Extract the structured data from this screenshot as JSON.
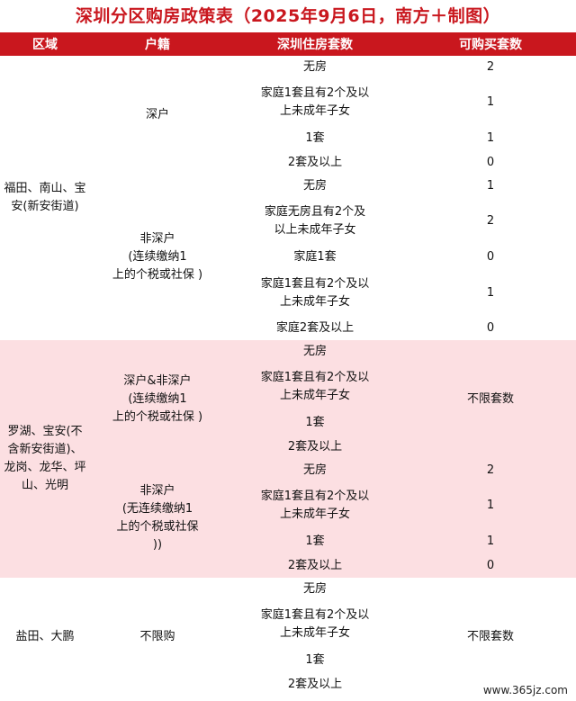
{
  "title": "深圳分区购房政策表（2025年9月6日，南方＋制图）",
  "headers": [
    "区域",
    "户籍",
    "深圳住房套数",
    "可购买套数"
  ],
  "watermark": "www.365jz.com",
  "sections": [
    {
      "region": "福田、南山、宝\n安(新安街道)",
      "tint": "none",
      "groups": [
        {
          "hukou": "深户",
          "rows": [
            {
              "property": "无房",
              "count": "2"
            },
            {
              "property": "家庭1套且有2个及以\n上未成年子女",
              "count": "1"
            },
            {
              "property": "1套",
              "count": "1"
            },
            {
              "property": "2套及以上",
              "count": "0"
            }
          ]
        },
        {
          "hukou": "非深户\n(连续缴纳1\n上的个税或社保 )",
          "rows": [
            {
              "property": "无房",
              "count": "1"
            },
            {
              "property": "家庭无房且有2个及\n以上未成年子女",
              "count": "2"
            },
            {
              "property": "家庭1套",
              "count": "0"
            },
            {
              "property": "家庭1套且有2个及以\n上未成年子女",
              "count": "1"
            },
            {
              "property": "家庭2套及以上",
              "count": "0"
            }
          ]
        }
      ]
    },
    {
      "region": "罗湖、宝安(不\n含新安街道)、\n龙岗、龙华、坪\n山、光明",
      "tint": "pink",
      "groups": [
        {
          "hukou": "深户&非深户\n(连续缴纳1\n上的个税或社保 )",
          "merged_count": "不限套数",
          "rows": [
            {
              "property": "无房"
            },
            {
              "property": "家庭1套且有2个及以\n上未成年子女"
            },
            {
              "property": "1套"
            },
            {
              "property": "2套及以上"
            }
          ]
        },
        {
          "hukou": "非深户\n(无连续缴纳1\n上的个税或社保\n))",
          "rows": [
            {
              "property": "无房",
              "count": "2"
            },
            {
              "property": "家庭1套且有2个及以\n上未成年子女",
              "count": "1"
            },
            {
              "property": "1套",
              "count": "1"
            },
            {
              "property": "2套及以上",
              "count": "0"
            }
          ]
        }
      ]
    },
    {
      "region": "盐田、大鹏",
      "tint": "none",
      "groups": [
        {
          "hukou": "不限购",
          "merged_count": "不限套数",
          "rows": [
            {
              "property": "无房"
            },
            {
              "property": "家庭1套且有2个及以\n上未成年子女"
            },
            {
              "property": "1套"
            },
            {
              "property": "2套及以上"
            }
          ]
        }
      ]
    }
  ]
}
